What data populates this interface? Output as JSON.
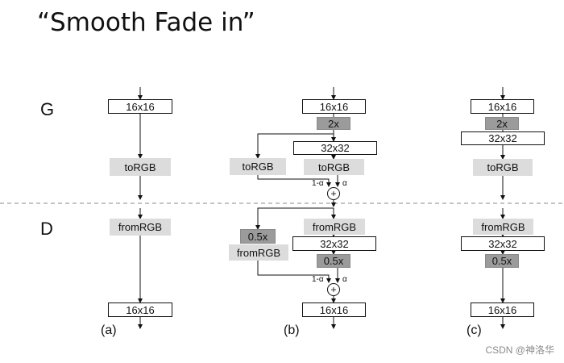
{
  "title": "“Smooth Fade in”",
  "rows": {
    "g": "G",
    "d": "D"
  },
  "panels": {
    "a": {
      "caption": "(a)",
      "g_in": "16x16",
      "g_torgb": "toRGB",
      "d_fromrgb": "fromRGB",
      "d_out": "16x16"
    },
    "b": {
      "caption": "(b)",
      "g_in": "16x16",
      "g_up": "2x",
      "g_32": "32x32",
      "g_torgb_left": "toRGB",
      "g_torgb_right": "toRGB",
      "g_one_minus_alpha": "1-α",
      "g_alpha": "α",
      "d_fromrgb_right": "fromRGB",
      "d_down_left": "0.5x",
      "d_32": "32x32",
      "d_fromrgb_left": "fromRGB",
      "d_down_right": "0.5x",
      "d_one_minus_alpha": "1-α",
      "d_alpha": "α",
      "d_out": "16x16"
    },
    "c": {
      "caption": "(c)",
      "g_in": "16x16",
      "g_up": "2x",
      "g_32": "32x32",
      "g_torgb": "toRGB",
      "d_fromrgb": "fromRGB",
      "d_32": "32x32",
      "d_down": "0.5x",
      "d_out": "16x16"
    }
  },
  "plus_symbol": "+",
  "watermark": "CSDN @神洛华",
  "colors": {
    "white_box": "#ffffff",
    "light_box": "#dcdcdc",
    "dark_box": "#9b9b9b",
    "line": "#111111",
    "divider": "#888888"
  }
}
